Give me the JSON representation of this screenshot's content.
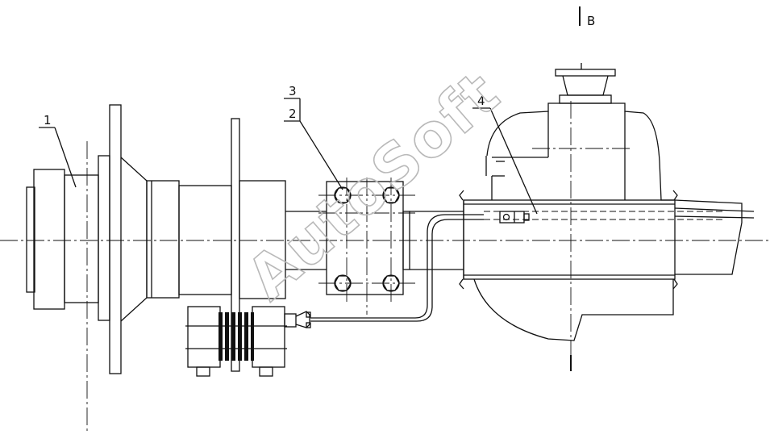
{
  "labels": {
    "part_1": "1",
    "part_2": "2",
    "part_3": "3",
    "part_4": "4",
    "view_b": "B"
  },
  "watermark": {
    "text": "AutoSoft",
    "color": "#b9b9b9"
  },
  "colors": {
    "line": "#111111",
    "background": "#ffffff"
  }
}
